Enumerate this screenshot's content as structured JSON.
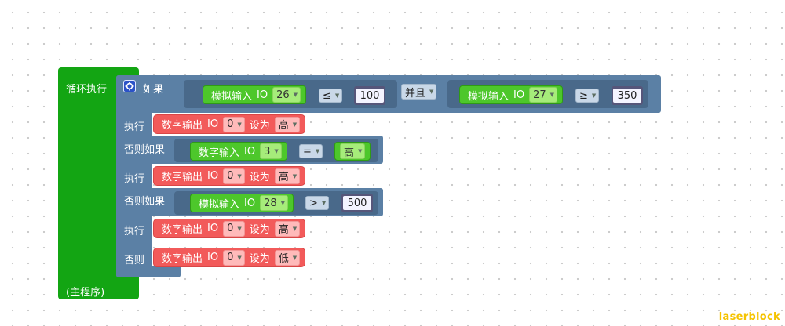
{
  "loop": {
    "label": "循环执行",
    "footer": "(主程序)"
  },
  "if_block": {
    "if_label": "如果",
    "do_label": "执行",
    "elseif_label": "否则如果",
    "else_label": "否则"
  },
  "cond1": {
    "left": {
      "label": "模拟输入",
      "io": "IO",
      "pin": "26"
    },
    "op": "≤",
    "value": "100",
    "and_label": "并且",
    "right": {
      "label": "模拟输入",
      "io": "IO",
      "pin": "27"
    },
    "op2": "≥",
    "value2": "350"
  },
  "do1": {
    "label": "数字输出",
    "io": "IO",
    "pin": "0",
    "set": "设为",
    "level": "高"
  },
  "cond2": {
    "label": "数字输入",
    "io": "IO",
    "pin": "3",
    "op": "=",
    "level": "高"
  },
  "do2": {
    "label": "数字输出",
    "io": "IO",
    "pin": "0",
    "set": "设为",
    "level": "高"
  },
  "cond3": {
    "label": "模拟输入",
    "io": "IO",
    "pin": "28",
    "op": ">",
    "value": "500"
  },
  "do3": {
    "label": "数字输出",
    "io": "IO",
    "pin": "0",
    "set": "设为",
    "level": "高"
  },
  "else_do": {
    "label": "数字输出",
    "io": "IO",
    "pin": "0",
    "set": "设为",
    "level": "低"
  },
  "brand": "laserblock",
  "colors": {
    "loop": "#13a513",
    "if": "#5b80a5",
    "input": "#4dc72b",
    "output": "#f25a5a",
    "brand": "#f5c300"
  }
}
